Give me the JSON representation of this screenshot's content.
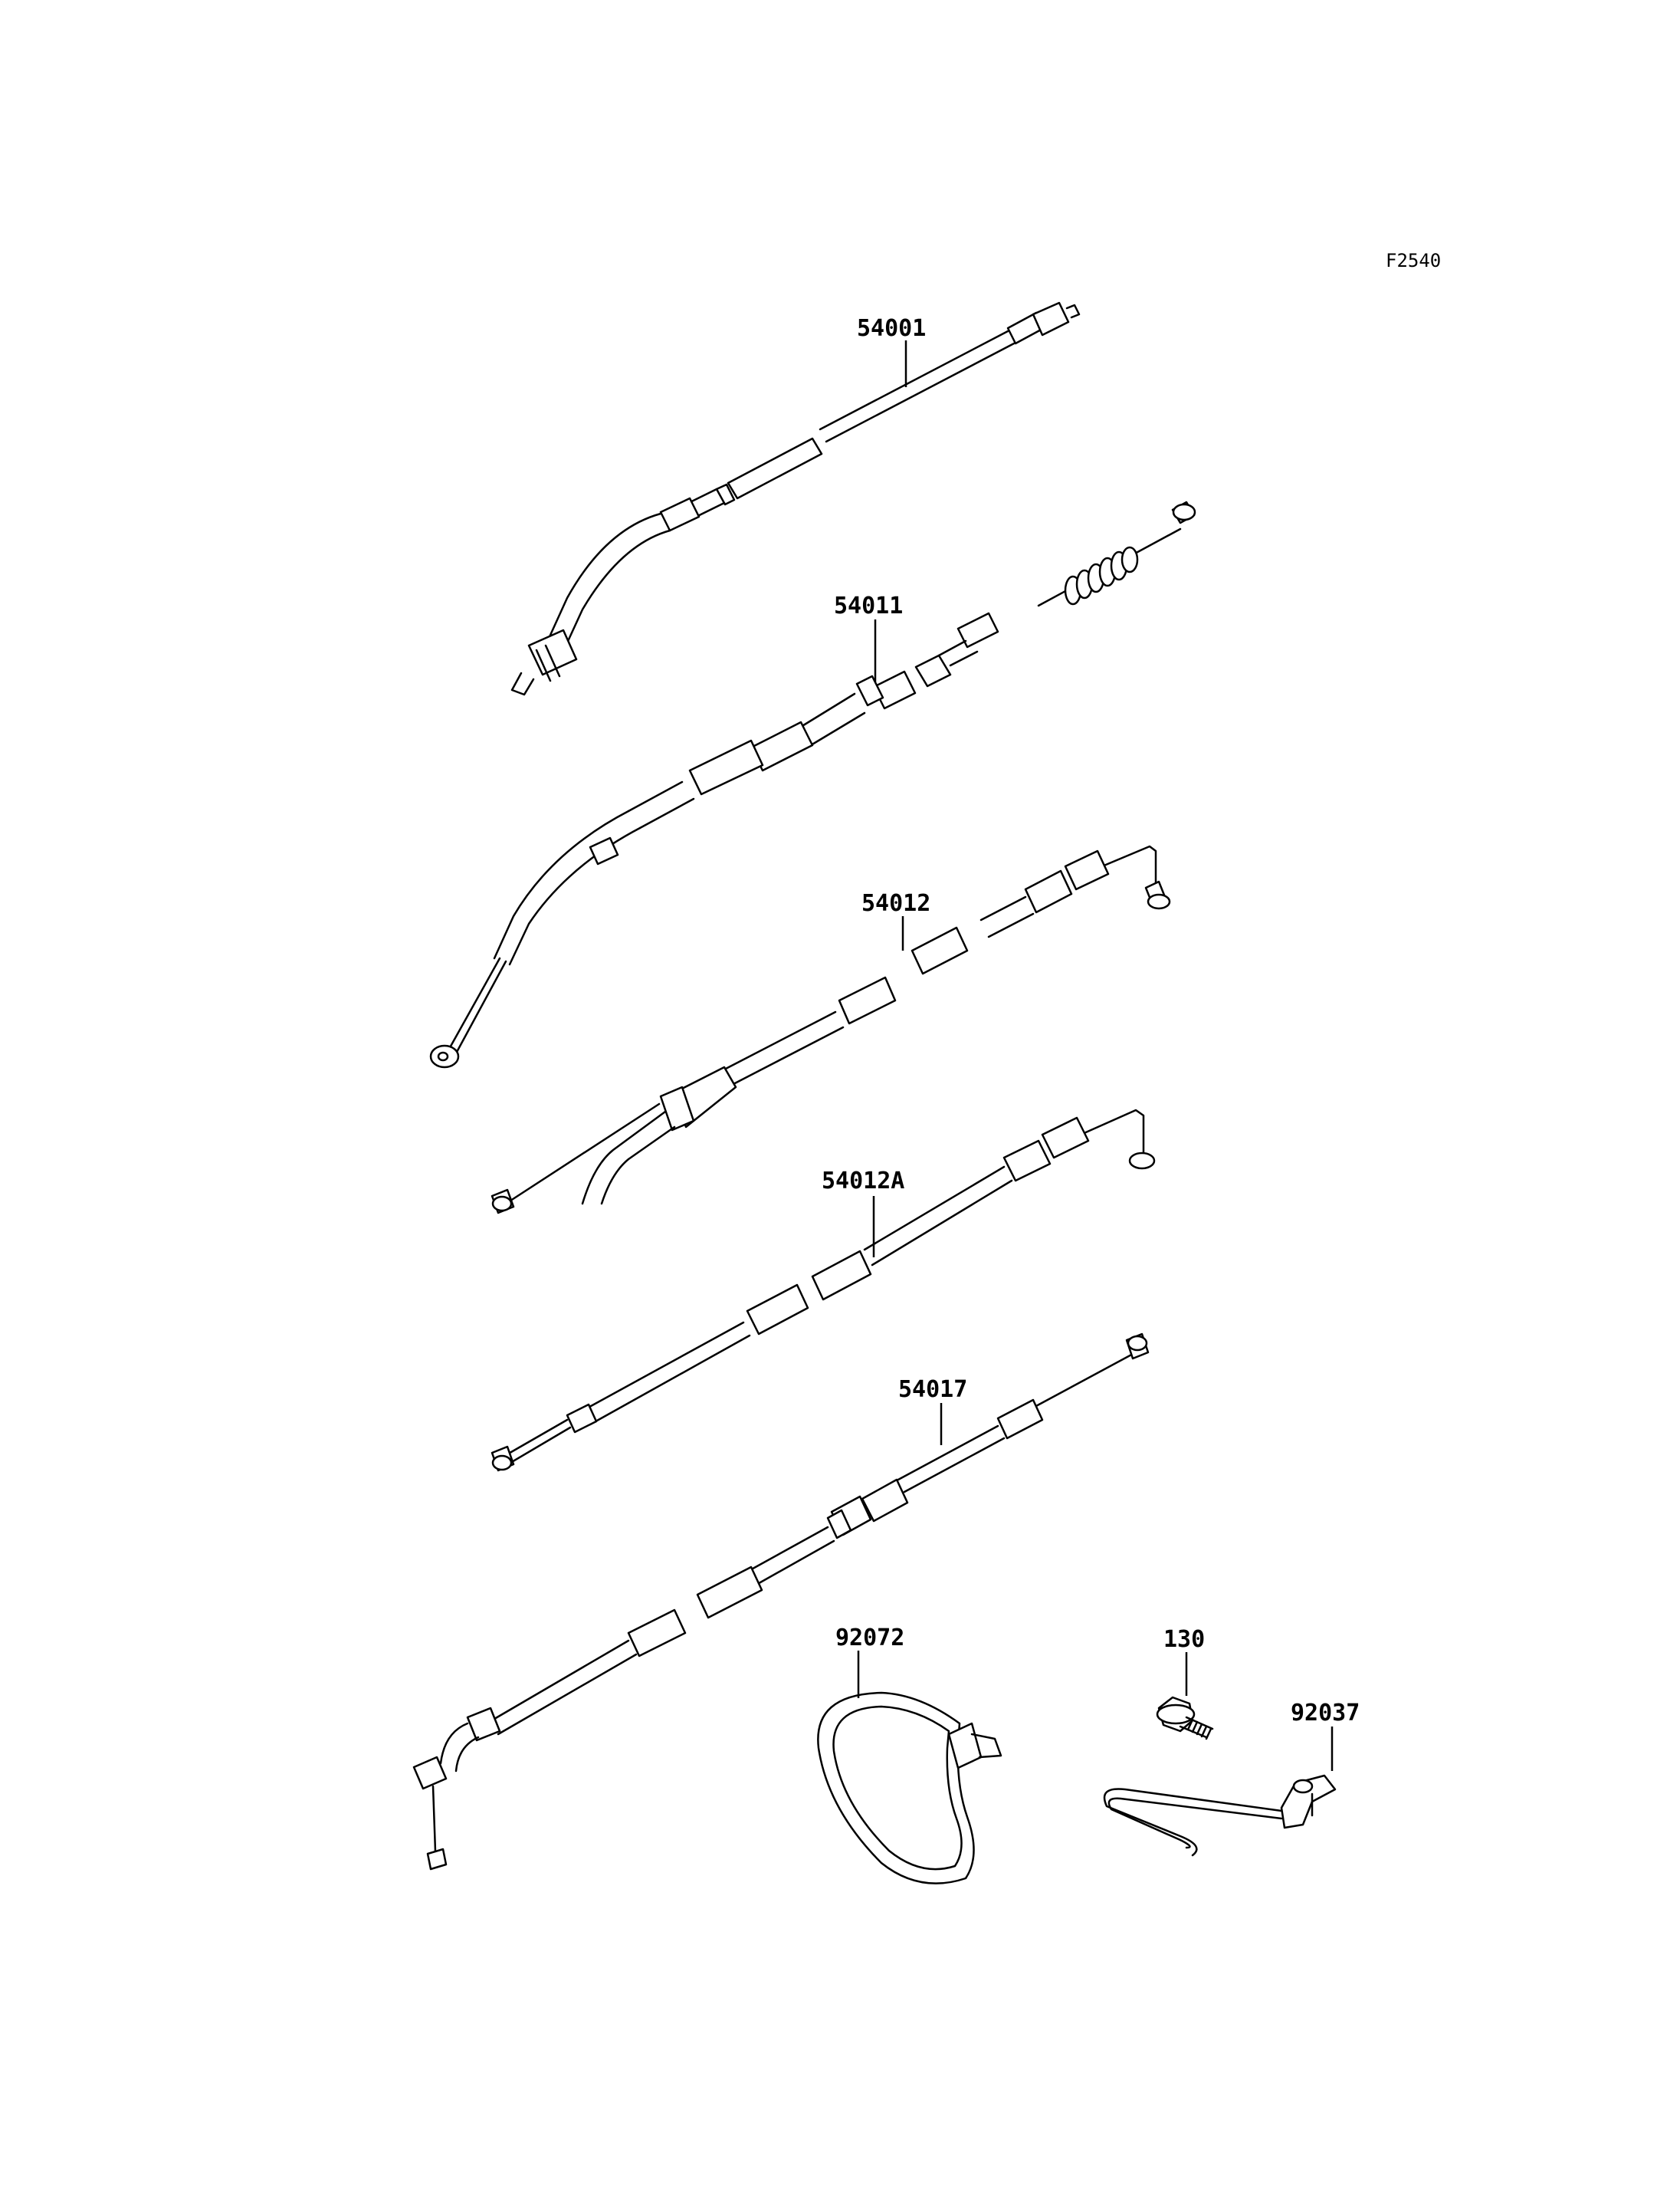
{
  "figure_code": "F2540",
  "parts": [
    {
      "number": "54001"
    },
    {
      "number": "54011"
    },
    {
      "number": "54012"
    },
    {
      "number": "54012A"
    },
    {
      "number": "54017"
    },
    {
      "number": "92072"
    },
    {
      "number": "130"
    },
    {
      "number": "92037"
    }
  ]
}
